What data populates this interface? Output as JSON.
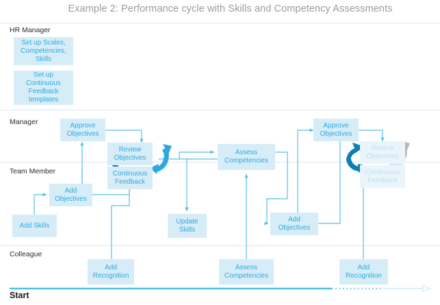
{
  "title": "Example 2: Performance cycle with Skills and Competency Assessments",
  "colors": {
    "node_fill": "#d6edf7",
    "node_text": "#2fa8e0",
    "node_fill_faded": "#eaf5fb",
    "node_text_faded": "#bfe0f0",
    "connector": "#56bdea",
    "cycle_arrow_dark": "#0d7fb5",
    "cycle_arrow_light": "#2fa8e0",
    "cycle_arrow_grey": "#b7b7b7",
    "cycle_arrow_grey_light": "#cfe7f4",
    "lane_line": "#d9e9f5",
    "title_text": "#9b9b9b",
    "timeline": "#56bdea"
  },
  "lanes": [
    {
      "label": "HR Manager"
    },
    {
      "label": "Manager"
    },
    {
      "label": "Team Member"
    },
    {
      "label": "Colleague"
    }
  ],
  "nodes": [
    {
      "id": "setup-scales",
      "label": "Set up Scales, Competencies, Skills",
      "lane": "HR Manager",
      "faded": false
    },
    {
      "id": "setup-cf-templates",
      "label": "Set up Continuous Feedback templates",
      "lane": "HR Manager",
      "faded": false
    },
    {
      "id": "approve-objectives-1",
      "label": "Approve Objectives",
      "lane": "Manager",
      "faded": false
    },
    {
      "id": "review-objectives-1",
      "label": "Review Objectives",
      "lane": "Manager",
      "faded": false
    },
    {
      "id": "continuous-feedback-1",
      "label": "Continuous Feedback",
      "lane": "Team Member",
      "faded": false
    },
    {
      "id": "add-objectives-1",
      "label": "Add Objectives",
      "lane": "Team Member",
      "faded": false
    },
    {
      "id": "add-skills",
      "label": "Add Skills",
      "lane": "Team Member",
      "faded": false
    },
    {
      "id": "assess-competencies-1",
      "label": "Assess Competencies",
      "lane": "Manager",
      "faded": false
    },
    {
      "id": "update-skills",
      "label": "Update Skills",
      "lane": "Team Member",
      "faded": false
    },
    {
      "id": "add-objectives-2",
      "label": "Add Objectives",
      "lane": "Team Member",
      "faded": false
    },
    {
      "id": "approve-objectives-2",
      "label": "Approve Objectives",
      "lane": "Manager",
      "faded": false
    },
    {
      "id": "review-objectives-2",
      "label": "Review Objectives",
      "lane": "Manager",
      "faded": true
    },
    {
      "id": "continuous-feedback-2",
      "label": "Continuous Feedback",
      "lane": "Team Member",
      "faded": true
    },
    {
      "id": "add-recognition-1",
      "label": "Add Recognition",
      "lane": "Colleague",
      "faded": false
    },
    {
      "id": "assess-competencies-2",
      "label": "Assess Competencies",
      "lane": "Colleague",
      "faded": false
    },
    {
      "id": "add-recognition-2",
      "label": "Add Recognition",
      "lane": "Colleague",
      "faded": false
    }
  ],
  "timeline": {
    "start_label": "Start"
  }
}
